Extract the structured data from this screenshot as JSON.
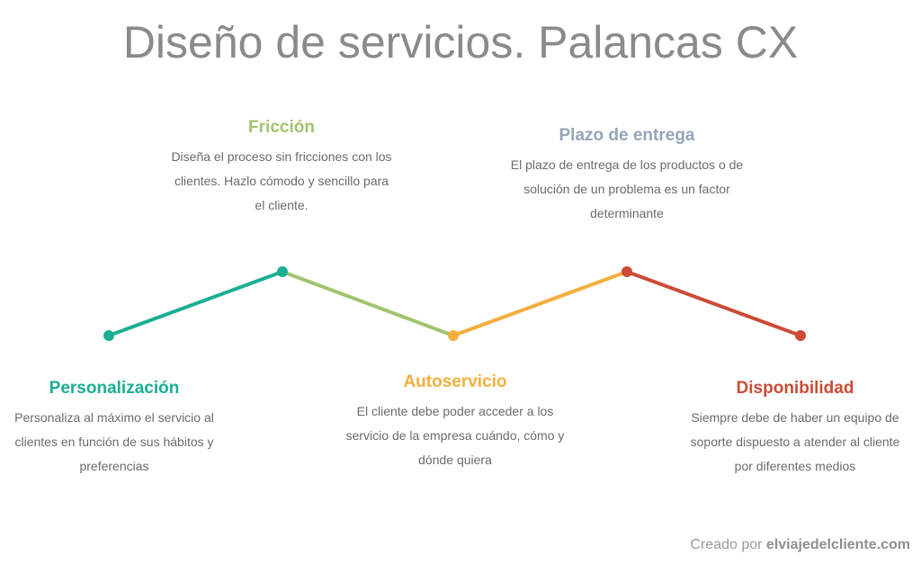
{
  "title": "Diseño de servicios. Palancas CX",
  "items": [
    {
      "title": "Personalización",
      "text": "Personaliza al máximo el servicio al clientes en función de sus hábitos y preferencias",
      "color": "#1aaf93"
    },
    {
      "title": "Fricción",
      "text": "Diseña el proceso sin fricciones con los clientes. Hazlo cómodo y sencillo para el cliente.",
      "color": "#a3c36e"
    },
    {
      "title": "Autoservicio",
      "text": "El cliente debe poder acceder a los servicio de la empresa cuándo, cómo y dónde quiera",
      "color": "#f4ae3d"
    },
    {
      "title": "Plazo de entrega",
      "text": "El plazo de entrega de los productos o de solución de un problema es un factor determinante",
      "color": "#95a5b8"
    },
    {
      "title": "Disponibilidad",
      "text": "Siempre debe de haber un equipo de soporte dispuesto a atender al cliente por diferentes medios",
      "color": "#cc4b37"
    }
  ],
  "line_colors": [
    "#1aaf93",
    "#a3c36e",
    "#f4ae3d",
    "#cc4b37"
  ],
  "footer": {
    "prefix": "Creado por",
    "brand": "elviajedelcliente.com"
  }
}
